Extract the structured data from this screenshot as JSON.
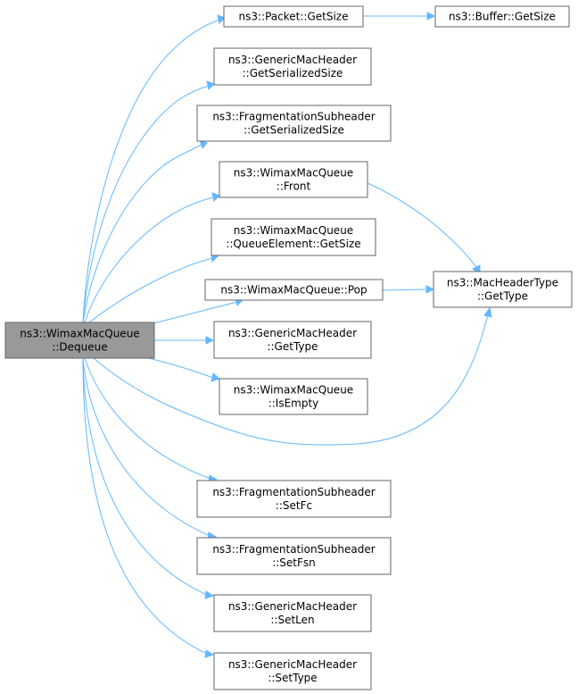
{
  "nodes": {
    "dequeue": [
      "ns3::WimaxMacQueue",
      "::Dequeue"
    ],
    "packet_getsize": [
      "ns3::Packet::GetSize"
    ],
    "buffer_getsize": [
      "ns3::Buffer::GetSize"
    ],
    "gmh_getserializedsize": [
      "ns3::GenericMacHeader",
      "::GetSerializedSize"
    ],
    "fs_getserializedsize": [
      "ns3::FragmentationSubheader",
      "::GetSerializedSize"
    ],
    "front": [
      "ns3::WimaxMacQueue",
      "::Front"
    ],
    "qe_getsize": [
      "ns3::WimaxMacQueue",
      "::QueueElement::GetSize"
    ],
    "pop": [
      "ns3::WimaxMacQueue::Pop"
    ],
    "mht_gettype": [
      "ns3::MacHeaderType",
      "::GetType"
    ],
    "gmh_gettype": [
      "ns3::GenericMacHeader",
      "::GetType"
    ],
    "isempty": [
      "ns3::WimaxMacQueue",
      "::IsEmpty"
    ],
    "setfc": [
      "ns3::FragmentationSubheader",
      "::SetFc"
    ],
    "setfsn": [
      "ns3::FragmentationSubheader",
      "::SetFsn"
    ],
    "setlen": [
      "ns3::GenericMacHeader",
      "::SetLen"
    ],
    "settype": [
      "ns3::GenericMacHeader",
      "::SetType"
    ]
  },
  "colors": {
    "focus_fill": "#999999",
    "node_fill": "#ffffff",
    "node_border": "#666666",
    "edge": "#63b8ff"
  }
}
